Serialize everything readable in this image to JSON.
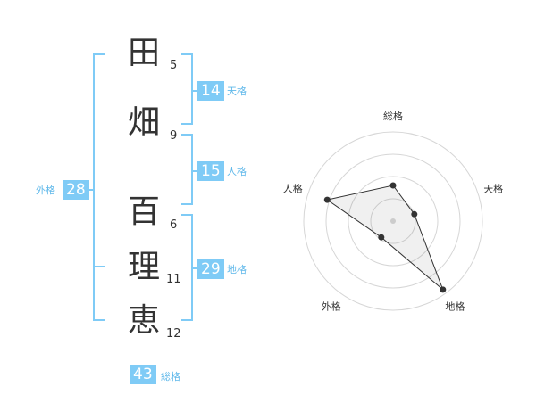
{
  "name": {
    "chars": [
      {
        "char": "田",
        "strokes": "5"
      },
      {
        "char": "畑",
        "strokes": "9"
      },
      {
        "char": "百",
        "strokes": "6"
      },
      {
        "char": "理",
        "strokes": "11"
      },
      {
        "char": "恵",
        "strokes": "12"
      }
    ]
  },
  "fortune": {
    "tenkaku": {
      "value": "14",
      "label": "天格"
    },
    "jinkaku": {
      "value": "15",
      "label": "人格"
    },
    "chikaku": {
      "value": "29",
      "label": "地格"
    },
    "gaikaku": {
      "value": "28",
      "label": "外格"
    },
    "soukaku": {
      "value": "43",
      "label": "総格"
    }
  },
  "colors": {
    "accent": "#7fcbf6",
    "label_text": "#5fb8ea",
    "text": "#333333"
  },
  "chart_data": {
    "type": "radar",
    "axes": [
      "総格",
      "天格",
      "地格",
      "外格",
      "人格"
    ],
    "rings": 4,
    "values": [
      1.6,
      1.0,
      3.8,
      0.9,
      3.1
    ],
    "max": 4
  }
}
